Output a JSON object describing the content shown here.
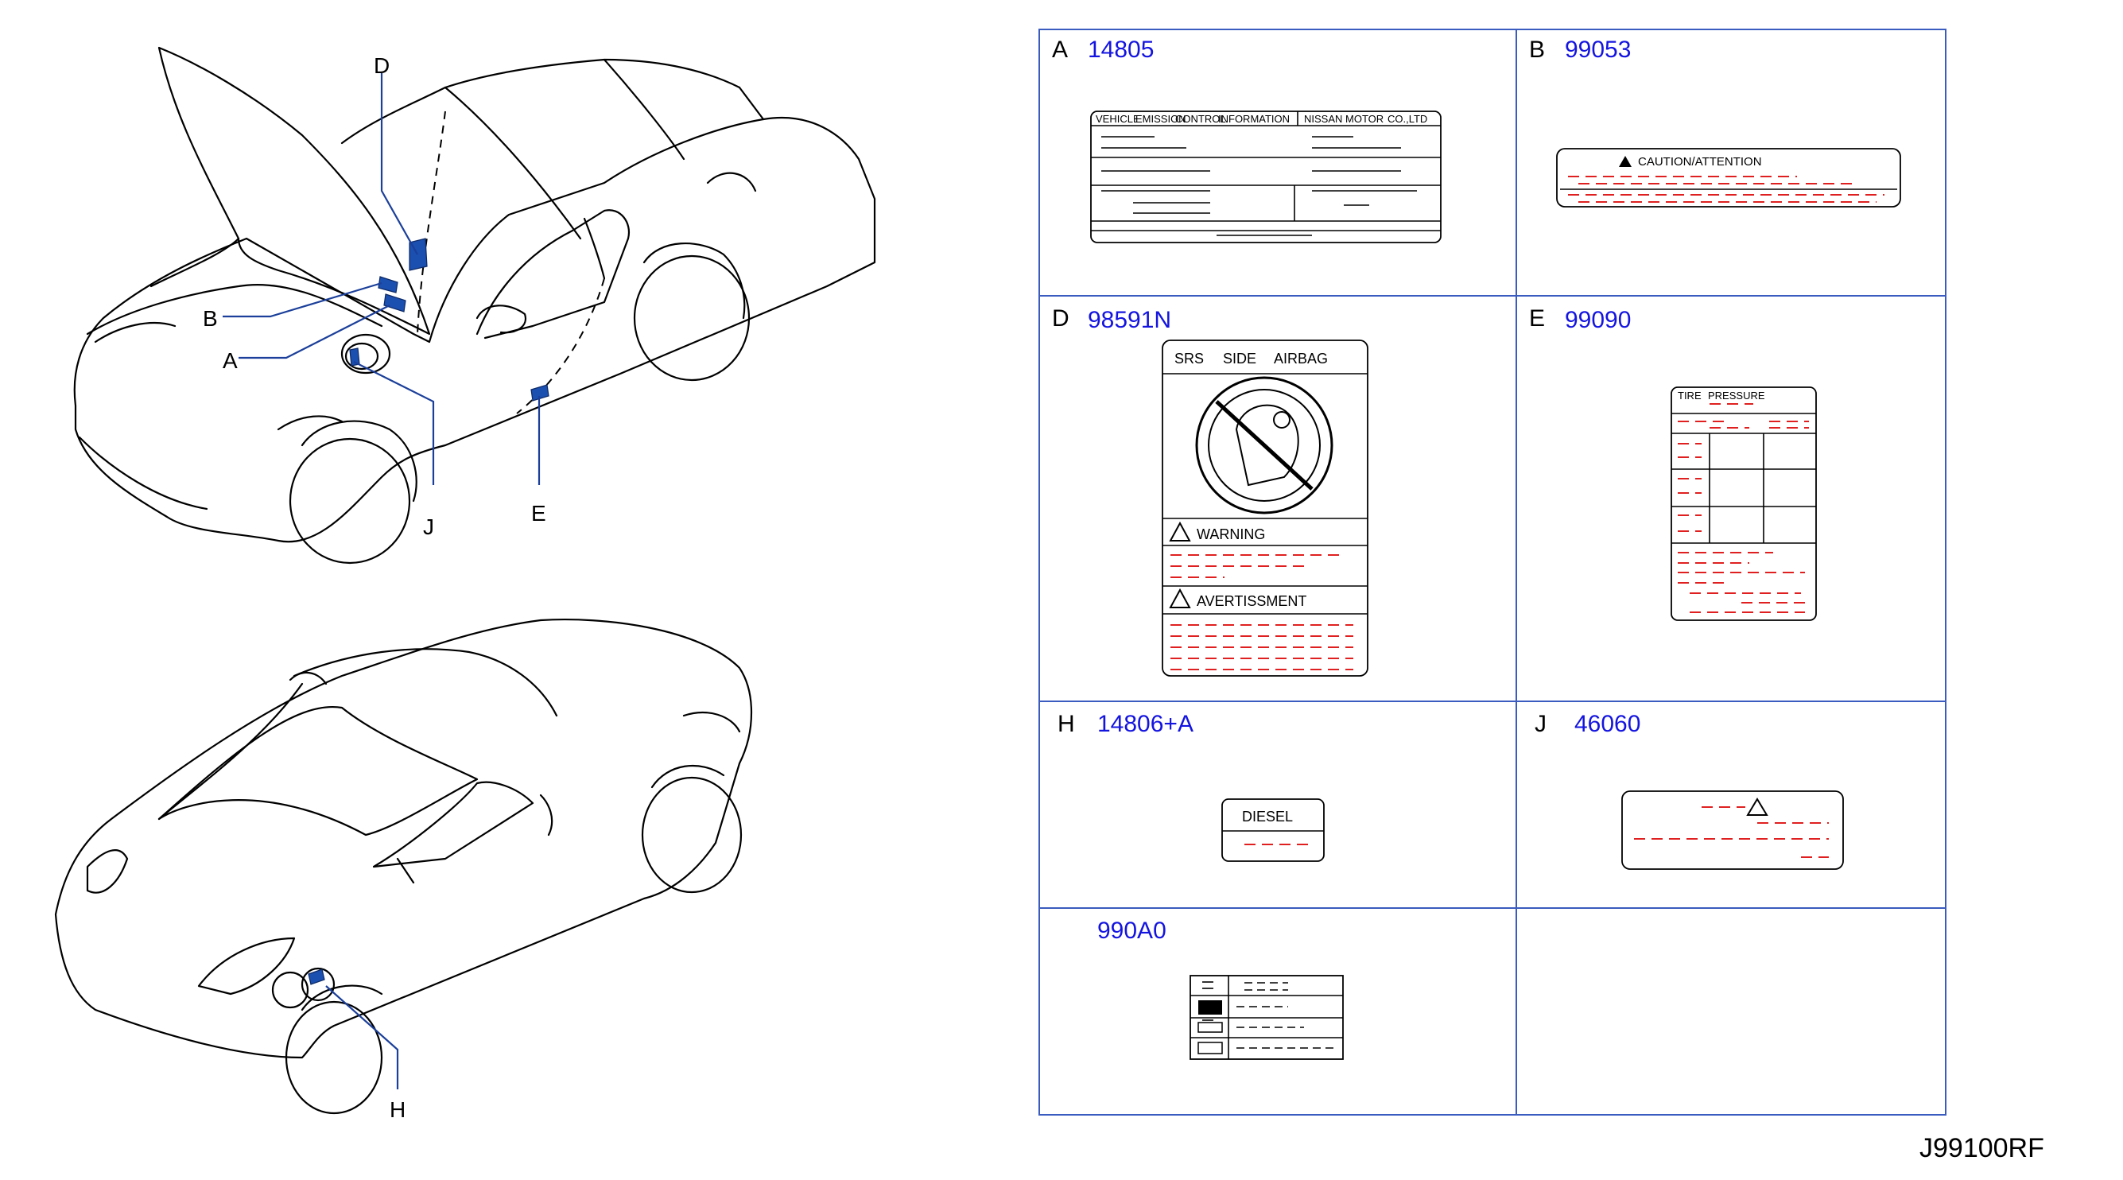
{
  "diagram_code": "J99100RF",
  "callouts": [
    "D",
    "B",
    "A",
    "J",
    "E",
    "H"
  ],
  "cells": [
    {
      "letter": "A",
      "part_number": "14805"
    },
    {
      "letter": "B",
      "part_number": "99053"
    },
    {
      "letter": "D",
      "part_number": "98591N"
    },
    {
      "letter": "E",
      "part_number": "99090"
    },
    {
      "letter": "H",
      "part_number": "14806+A"
    },
    {
      "letter": "J",
      "part_number": "46060"
    },
    {
      "letter": "",
      "part_number": "990A0"
    }
  ],
  "label_a": {
    "col1": "VEHICLE",
    "col2": "EMISSION",
    "col3": "CONTROL",
    "col4": "INFORMATION",
    "maker": "NISSAN",
    "maker2": "MOTOR",
    "maker3": "CO.,LTD"
  },
  "label_b": {
    "heading": "CAUTION/ATTENTION"
  },
  "label_d": {
    "w1": "SRS",
    "w2": "SIDE",
    "w3": "AIRBAG",
    "warning": "WARNING",
    "avertissement": "AVERTISSMENT"
  },
  "label_e": {
    "w1": "TIRE",
    "w2": "PRESSURE"
  },
  "label_h": {
    "heading": "DIESEL"
  },
  "colors": {
    "accent_blue": "#1414e0",
    "grid_blue": "#3a5bbf",
    "red_text": "#e02020",
    "part_blue": "#1b4fb0"
  },
  "icons": [
    "warning-triangle-icon",
    "no-child-seat-icon"
  ]
}
